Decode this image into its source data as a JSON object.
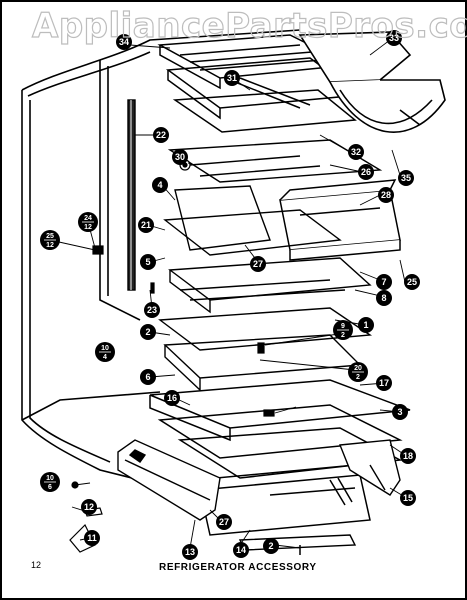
{
  "watermark": "AppliancePartsPros.com",
  "caption": "REFRIGERATOR  ACCESSORY",
  "page_number": "12",
  "callouts": [
    {
      "label": "34"
    },
    {
      "label": "33"
    },
    {
      "label": "31"
    },
    {
      "label": "32"
    },
    {
      "label": "35"
    },
    {
      "label": "22"
    },
    {
      "label": "30"
    },
    {
      "label": "26"
    },
    {
      "label": "28"
    },
    {
      "label": "4"
    },
    {
      "label": "21"
    },
    {
      "label": "27"
    },
    {
      "label": "5"
    },
    {
      "label": "7"
    },
    {
      "label": "8"
    },
    {
      "label": "25"
    },
    {
      "label": "23"
    },
    {
      "label": "1"
    },
    {
      "label": "2"
    },
    {
      "label": "6"
    },
    {
      "label": "17"
    },
    {
      "label": "16"
    },
    {
      "label": "3"
    },
    {
      "label": "18"
    },
    {
      "label": "12"
    },
    {
      "label": "11"
    },
    {
      "label": "27"
    },
    {
      "label": "13"
    },
    {
      "label": "14"
    },
    {
      "label": "2"
    },
    {
      "label": "15"
    }
  ],
  "fraction_callouts": [
    {
      "top": "24",
      "bottom": "12"
    },
    {
      "top": "25",
      "bottom": "12"
    },
    {
      "top": "10",
      "bottom": "4"
    },
    {
      "top": "9",
      "bottom": "2"
    },
    {
      "top": "20",
      "bottom": "2"
    },
    {
      "top": "10",
      "bottom": "6"
    }
  ]
}
